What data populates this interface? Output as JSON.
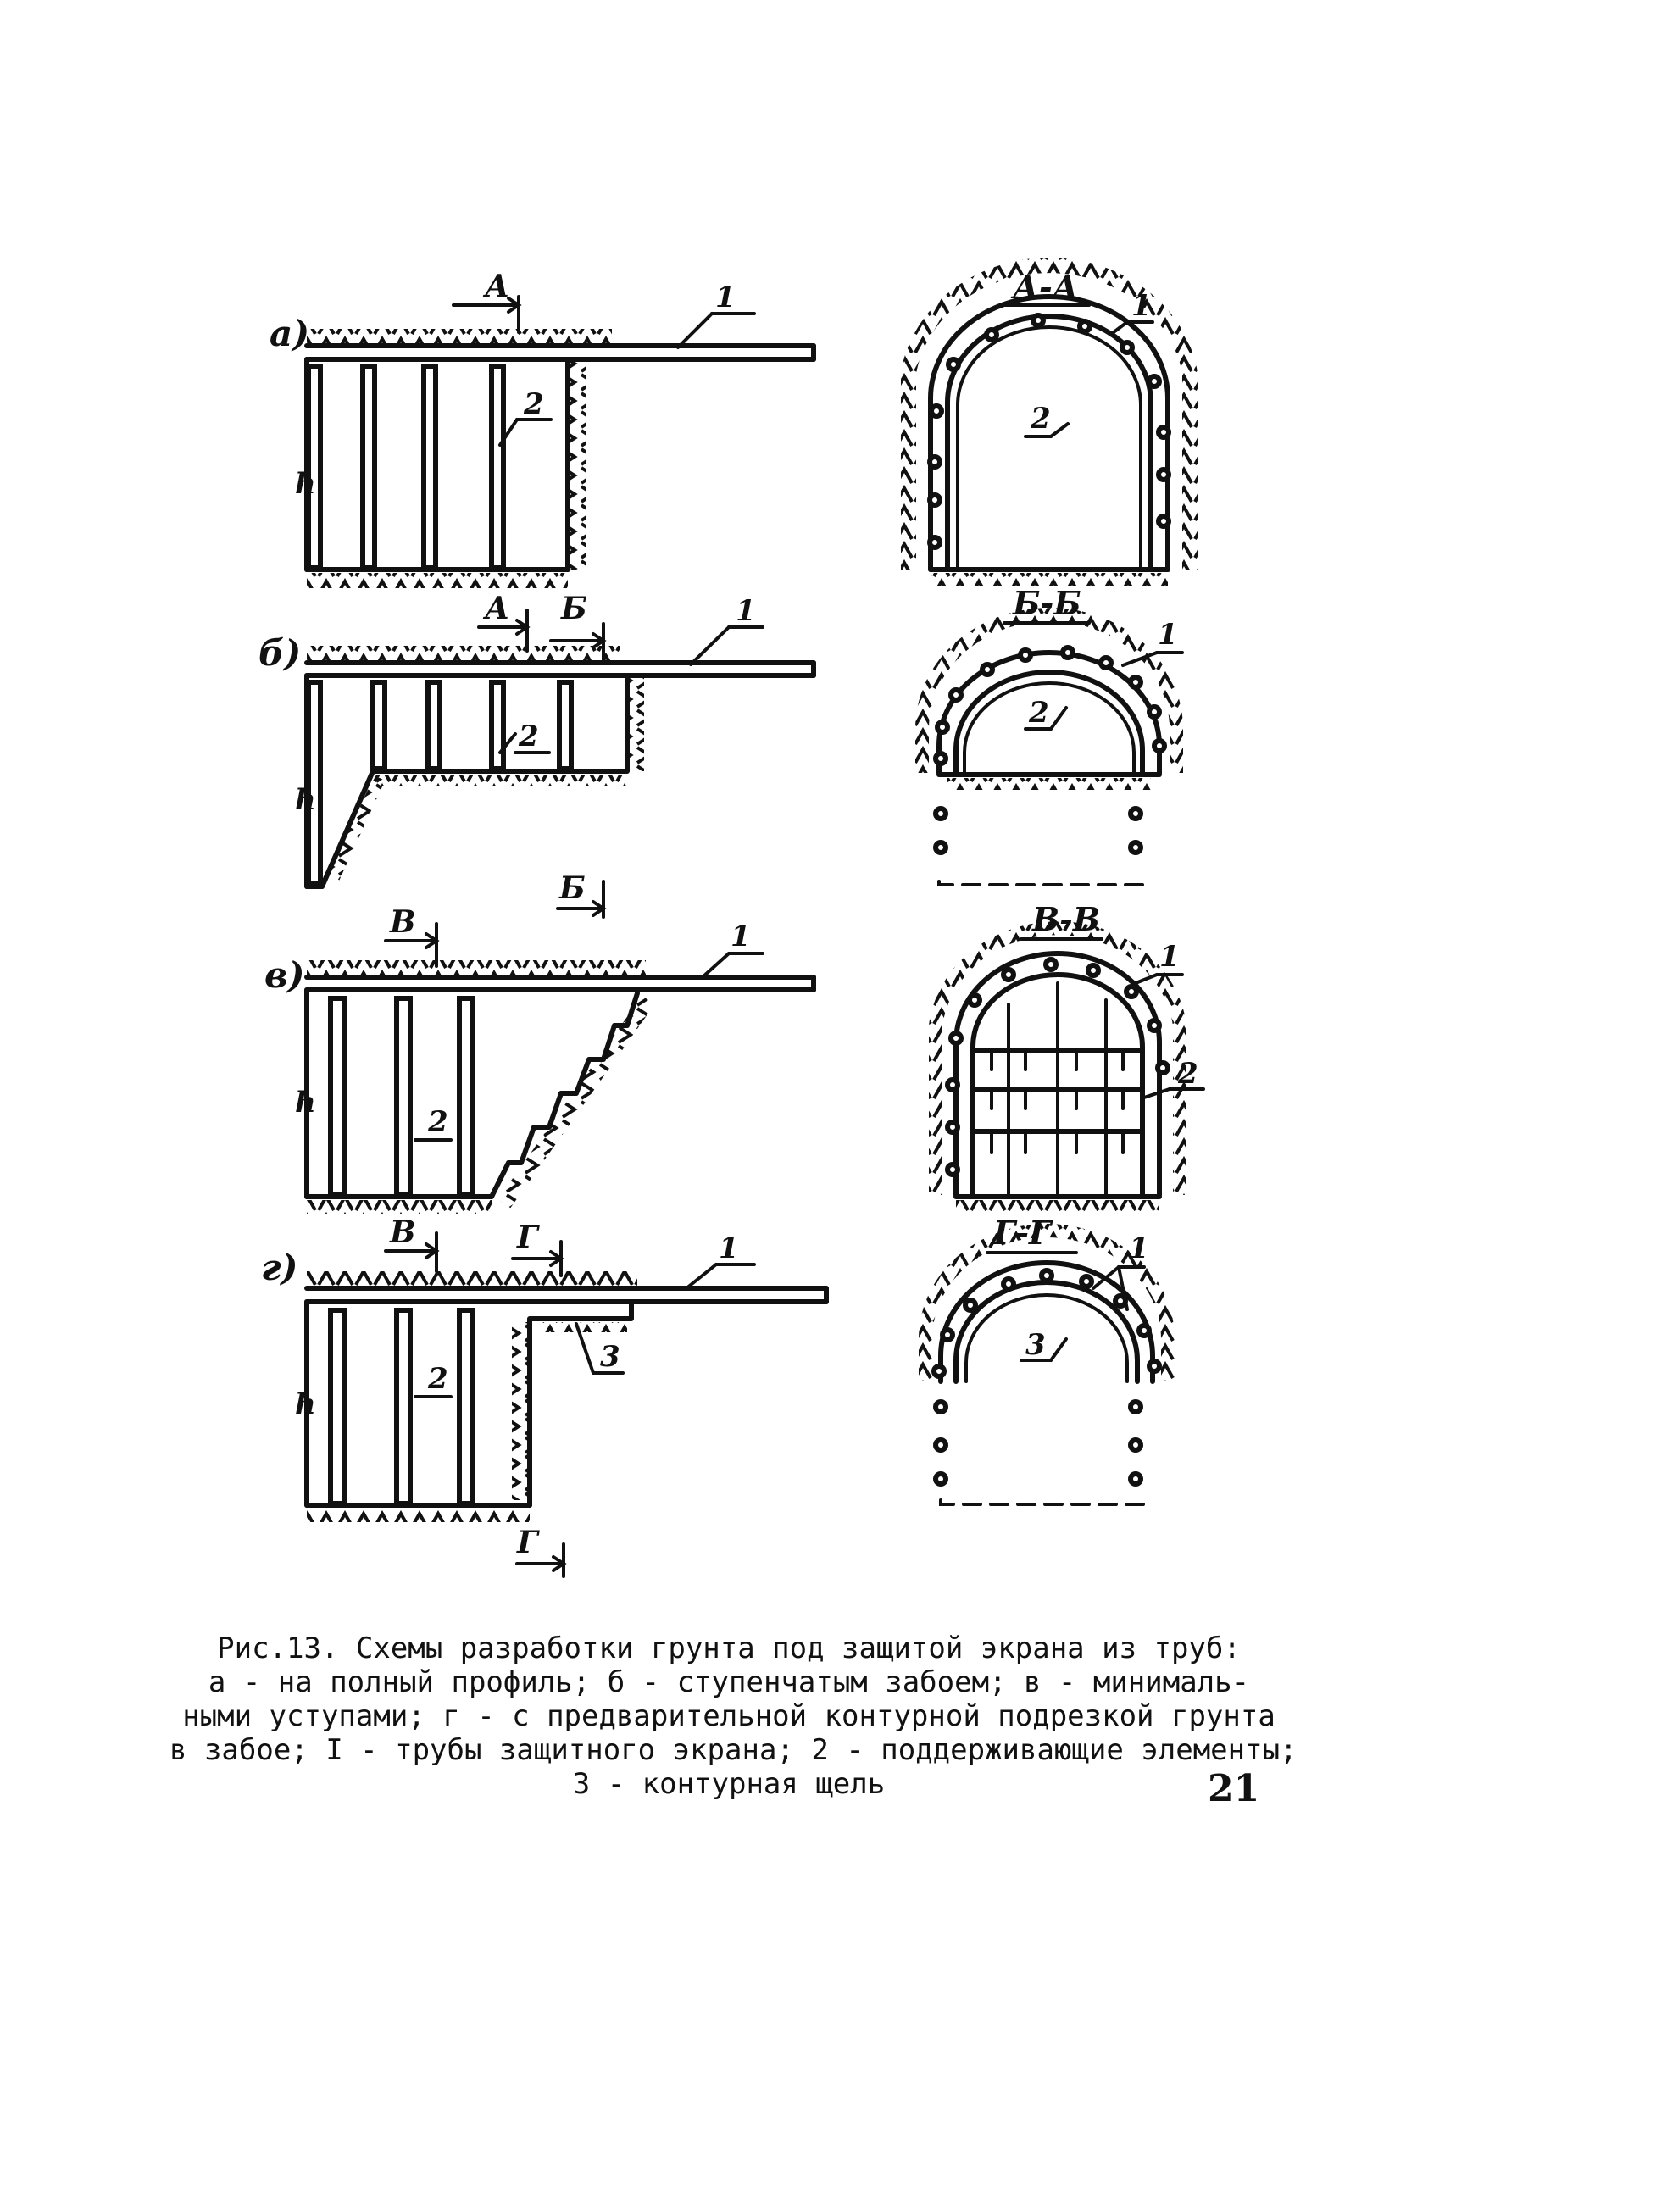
{
  "figure": {
    "panels": [
      {
        "letter": "а)",
        "section_label": "А-А",
        "cut_labels": [
          "А"
        ],
        "callouts": [
          "1",
          "2"
        ]
      },
      {
        "letter": "б)",
        "section_label": "Б-Б",
        "cut_labels": [
          "А",
          "Б",
          "Б"
        ],
        "callouts": [
          "1",
          "2"
        ]
      },
      {
        "letter": "в)",
        "section_label": "В-В",
        "cut_labels": [
          "В"
        ],
        "callouts": [
          "1",
          "2"
        ]
      },
      {
        "letter": "г)",
        "section_label": "Г-Г",
        "cut_labels": [
          "В",
          "Г",
          "Г"
        ],
        "callouts": [
          "1",
          "2",
          "3"
        ]
      }
    ],
    "height_mark": "h"
  },
  "caption": {
    "lines": [
      "Рис.13. Схемы разработки грунта под защитой экрана из труб:",
      "а - на полный профиль; б - ступенчатым забоем; в - минималь-",
      "ными уступами; г - с предварительной контурной подрезкой грунта",
      "в забое; I - трубы защитного экрана; 2 - поддерживающие элементы;",
      "3 - контурная щель"
    ]
  },
  "page_number": "21"
}
